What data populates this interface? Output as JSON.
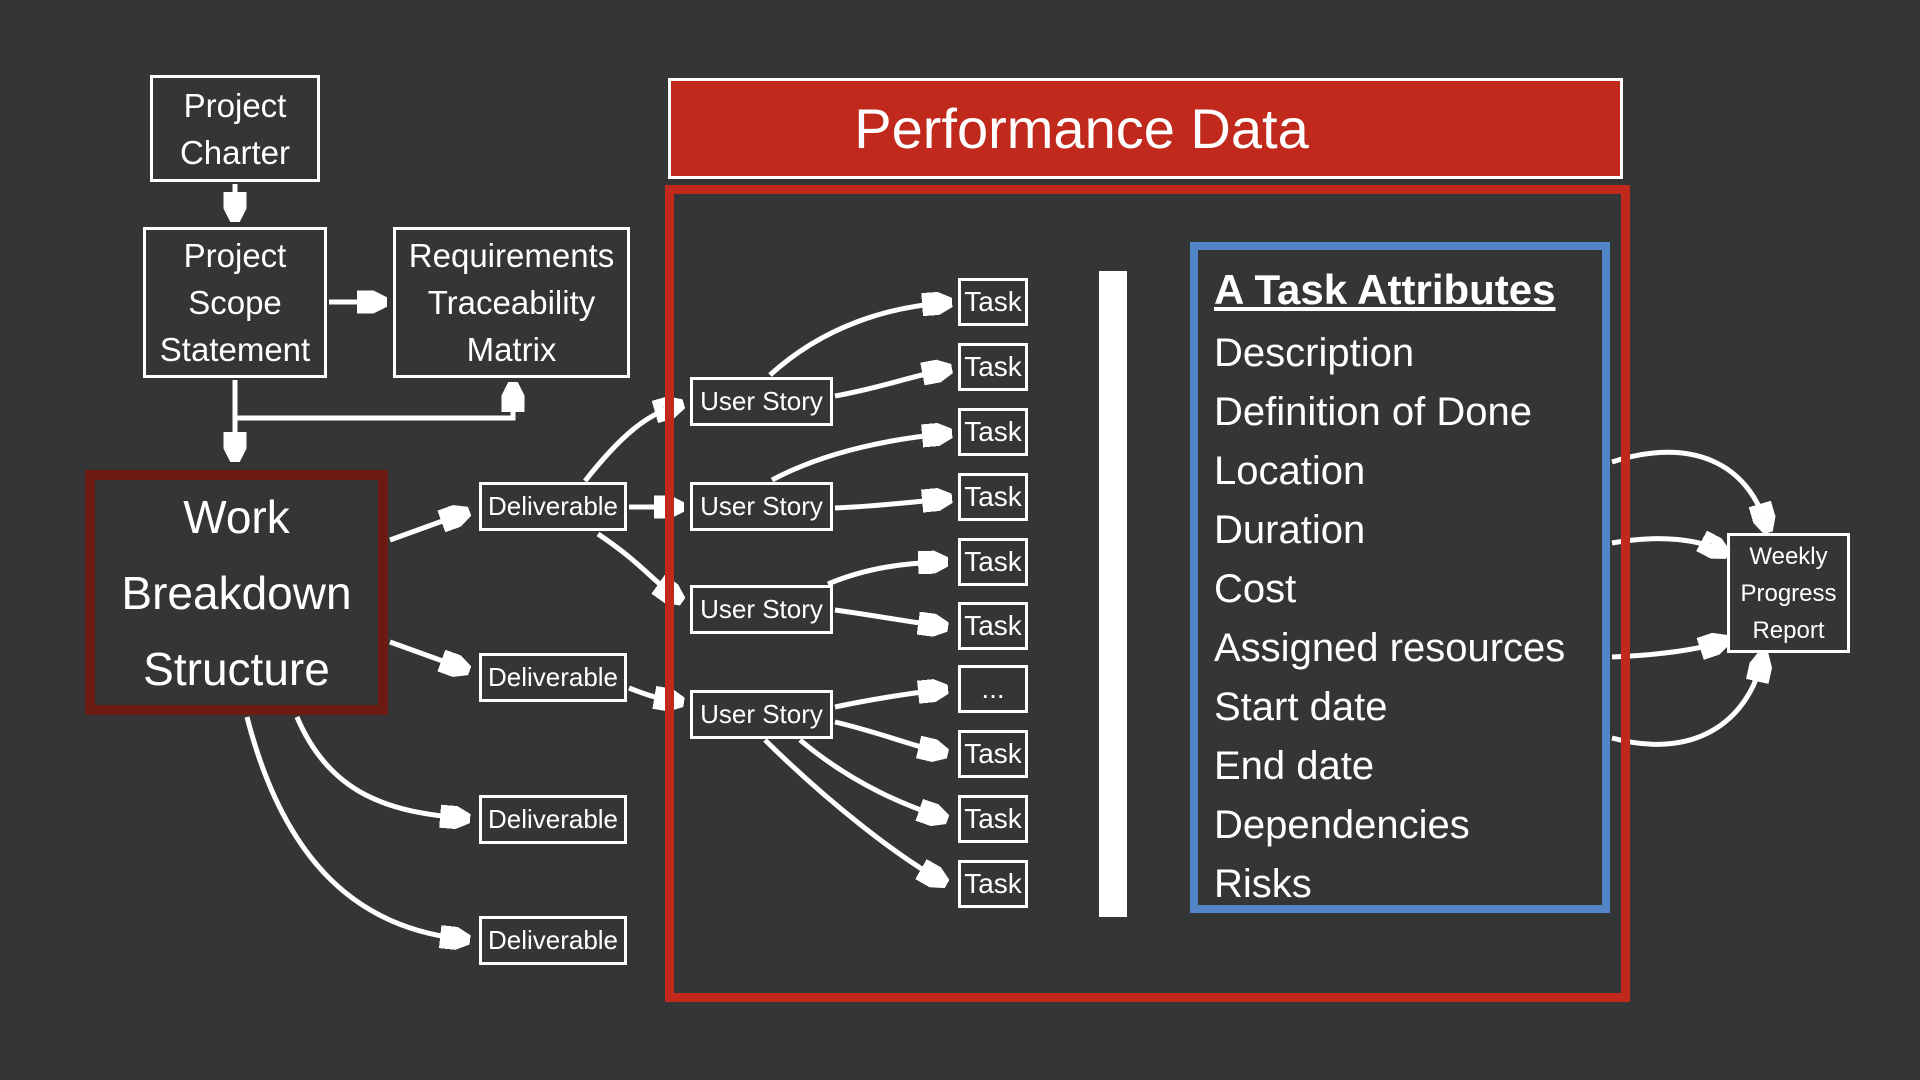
{
  "diagram": {
    "boxes": {
      "project_charter": "Project Charter",
      "project_scope_statement": "Project Scope Statement",
      "requirements_traceability_matrix": "Requirements Traceability Matrix",
      "work_breakdown_structure": "Work Breakdown Structure",
      "weekly_progress_report": "Weekly Progress Report"
    },
    "deliverables": [
      "Deliverable",
      "Deliverable",
      "Deliverable",
      "Deliverable"
    ],
    "user_stories": [
      "User Story",
      "User Story",
      "User Story",
      "User Story"
    ],
    "tasks": [
      "Task",
      "Task",
      "Task",
      "Task",
      "Task",
      "Task",
      "...",
      "Task",
      "Task",
      "Task"
    ],
    "performance_data_title": "Performance Data",
    "task_attributes": {
      "title": "A Task Attributes",
      "items": [
        "Description",
        "Definition of Done",
        "Location",
        "Duration",
        "Cost",
        "Assigned resources",
        "Start date",
        "End date",
        "Dependencies",
        "Risks"
      ]
    },
    "colors": {
      "background": "#343536",
      "red": "#c1291c",
      "dark_red": "#6b1b10",
      "blue": "#5286c6",
      "white": "#ffffff"
    }
  }
}
